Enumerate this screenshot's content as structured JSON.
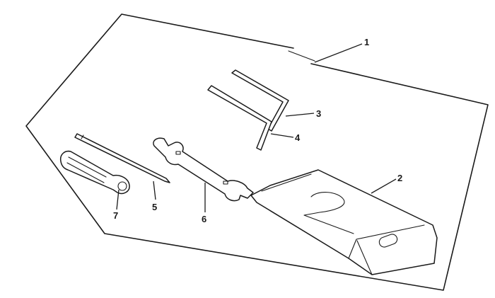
{
  "callouts": [
    {
      "id": "1",
      "part": "tool-bag-outline"
    },
    {
      "id": "2",
      "part": "tool-pouch"
    },
    {
      "id": "3",
      "part": "hex-key-small"
    },
    {
      "id": "4",
      "part": "hex-key-large"
    },
    {
      "id": "5",
      "part": "screwdriver-bit"
    },
    {
      "id": "6",
      "part": "open-end-wrench"
    },
    {
      "id": "7",
      "part": "screwdriver-handle"
    }
  ],
  "colors": {
    "line": "#1a1a1a",
    "background": "#ffffff"
  }
}
